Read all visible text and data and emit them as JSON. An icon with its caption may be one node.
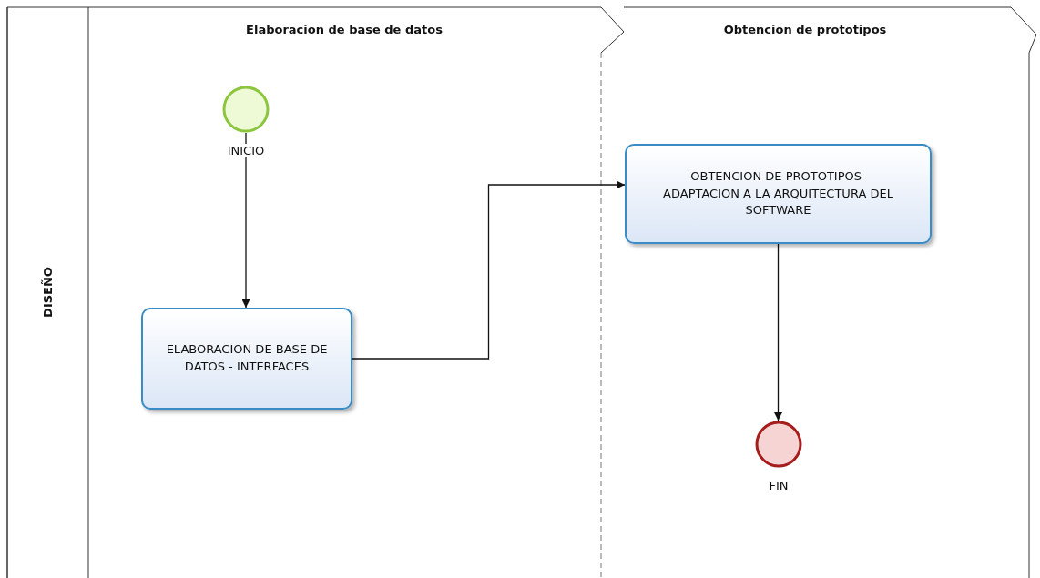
{
  "diagram": {
    "nodes": [
      {
        "text": [
          "DISEÑO"
        ]
      },
      {
        "text": [
          "Elaboracion de base de datos"
        ],
        "in": 0
      },
      {
        "text": [
          "Obtencion de prototipos"
        ],
        "in": 0
      },
      {
        "text": [],
        "shape": "circle",
        "beside": [
          "INICIO"
        ],
        "in": 1
      },
      {
        "text": [
          "ELABORACION DE BASE DE DATOS - INTERFACES"
        ],
        "in": 1
      },
      {
        "text": [
          "OBTENCION DE PROTOTIPOS- ADAPTACION A LA ARQUITECTURA DEL SOFTWARE"
        ],
        "in": 2
      },
      {
        "text": [],
        "shape": "circle",
        "beside": [
          "FIN"
        ],
        "in": 2
      }
    ],
    "edges": [
      {
        "from": 3,
        "to": 4,
        "arrow": "to"
      },
      {
        "from": 4,
        "to": 5,
        "arrow": "to"
      },
      {
        "from": 5,
        "to": 6,
        "arrow": "to"
      }
    ]
  }
}
